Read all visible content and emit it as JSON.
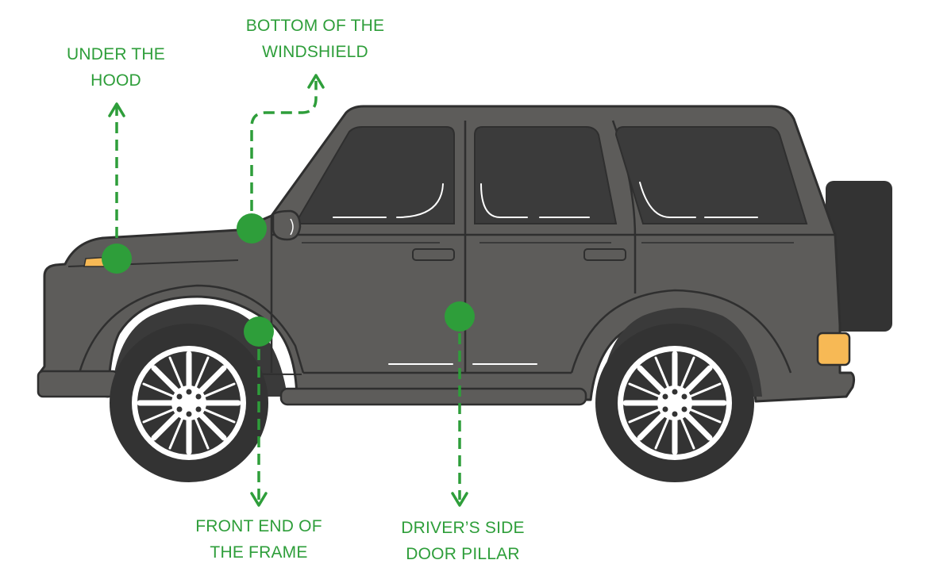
{
  "colors": {
    "accent_green": "#2e9e3a",
    "body": "#5d5c5a",
    "outline": "#2f2f2f",
    "window": "#3b3b3b",
    "tire": "#333333",
    "lamp": "#f7b955"
  },
  "labels": {
    "hood": {
      "line1": "UNDER THE",
      "line2": "HOOD"
    },
    "windshield": {
      "line1": "BOTTOM OF THE",
      "line2": "WINDSHIELD"
    },
    "frame": {
      "line1": "FRONT END OF",
      "line2": "THE FRAME"
    },
    "pillar": {
      "line1": "DRIVER’S SIDE",
      "line2": "DOOR PILLAR"
    }
  }
}
